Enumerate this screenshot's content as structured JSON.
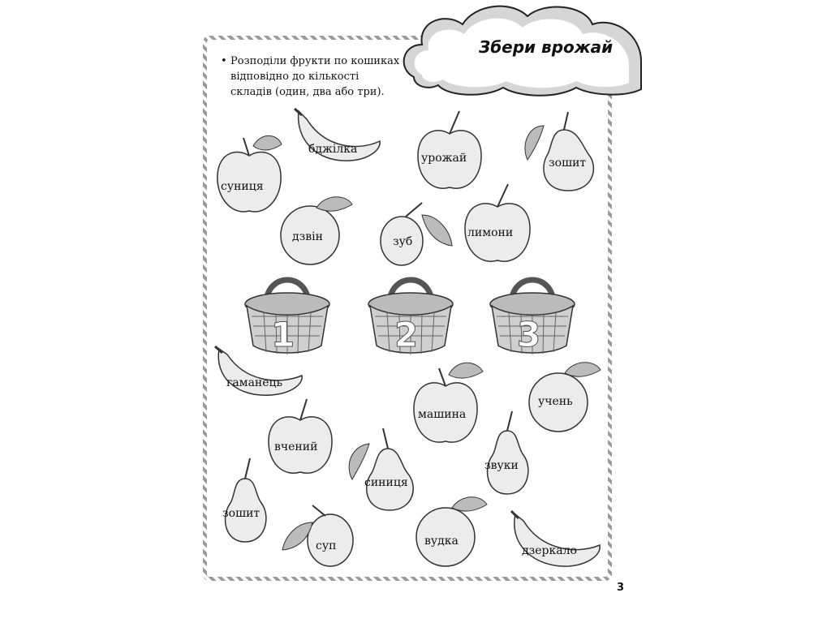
{
  "header": {
    "title": "Збери врожай"
  },
  "instruction": {
    "bullet": "•",
    "text": "Розподіли фрукти по кошиках відповідно до кількості складів (один, два або три)."
  },
  "baskets": [
    {
      "number": "1"
    },
    {
      "number": "2"
    },
    {
      "number": "3"
    }
  ],
  "words": {
    "apple_sunytsia": "суниця",
    "banana_bdzhilka": "бджілка",
    "apple_urozhai": "урожай",
    "pear_zoshyt_top": "зошит",
    "orange_dzvin": "дзвін",
    "plum_zub": "зуб",
    "apple_lymony": "лимони",
    "banana_gamanets": "гаманець",
    "apple_mashyna": "машина",
    "orange_uchen": "учень",
    "apple_vchenyi": "вчений",
    "pear_zvuky": "звуки",
    "pear_synytsia": "синиця",
    "pear_zoshyt_bottom": "зошит",
    "plum_sup": "суп",
    "orange_vudka": "вудка",
    "banana_dzerkalo": "дзеркало"
  },
  "footer": {
    "page_number": "3"
  },
  "colors": {
    "fruit_fill": "#ececec",
    "fruit_stroke": "#333333",
    "frame_stripe": "#9a9a9a"
  }
}
